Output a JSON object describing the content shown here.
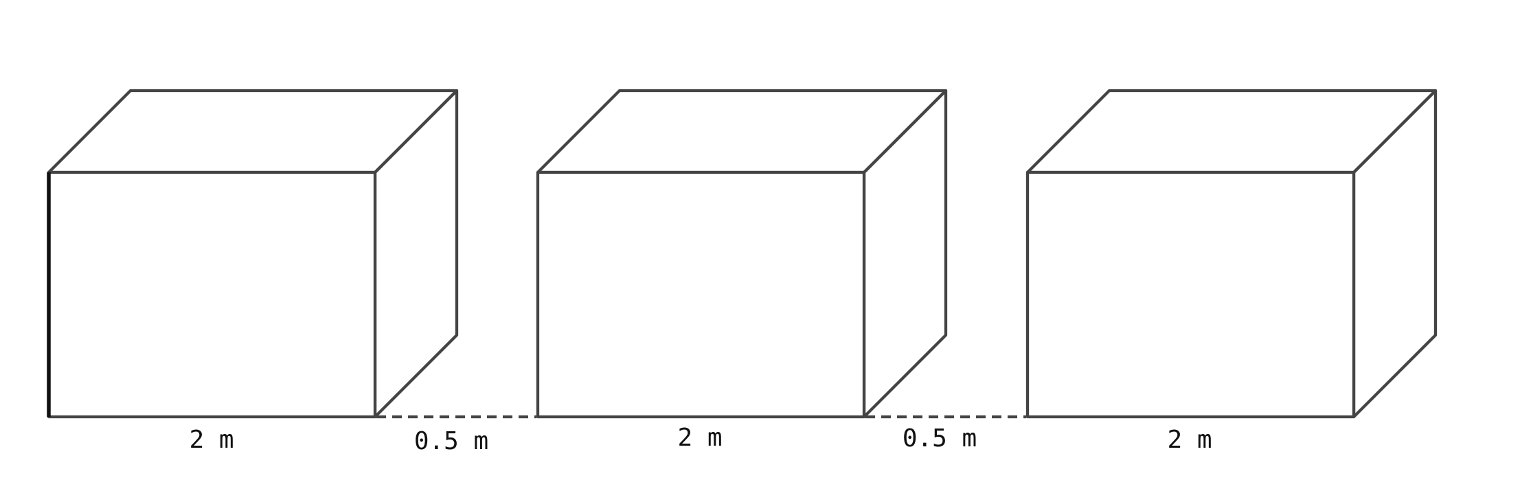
{
  "diagram": {
    "boxes": [
      {
        "id": "box-1",
        "width_label": "2 m"
      },
      {
        "id": "box-2",
        "width_label": "2 m"
      },
      {
        "id": "box-3",
        "width_label": "2 m"
      }
    ],
    "gaps": [
      {
        "id": "gap-1",
        "label": "0.5 m"
      },
      {
        "id": "gap-2",
        "label": "0.5 m"
      }
    ],
    "colors": {
      "stroke": "#444444",
      "text": "#111111",
      "background": "#ffffff"
    }
  }
}
